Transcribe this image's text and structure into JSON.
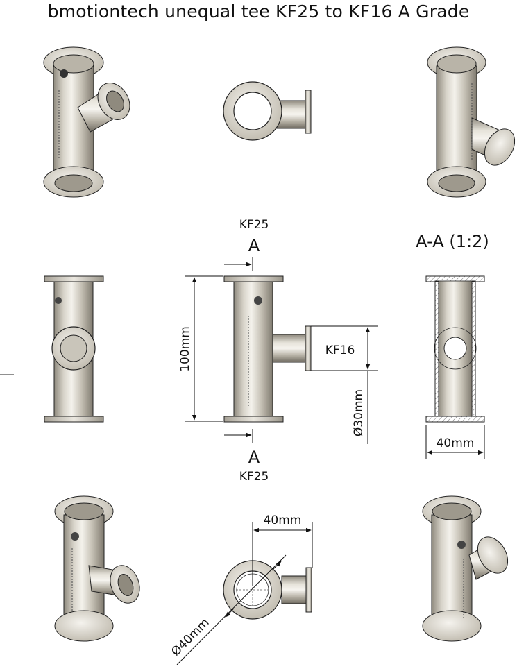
{
  "title": "bmotiontech unequal tee KF25 to KF16 A Grade",
  "labels": {
    "kf25_top": "KF25",
    "section_letter_top": "A",
    "section_letter_bottom": "A",
    "kf25_bottom": "KF25",
    "kf16": "KF16",
    "height_dim": "100mm",
    "bore_dim": "Ø30mm",
    "section_title": "A-A (1:2)",
    "section_width_dim": "40mm",
    "branch_length_dim": "40mm",
    "flange_dia_dim": "Ø40mm"
  },
  "colors": {
    "steel_light": "#eeece6",
    "steel_mid": "#c9c5ba",
    "steel_dark": "#8f8a7e",
    "outline": "#222222",
    "dimension": "#111111"
  }
}
